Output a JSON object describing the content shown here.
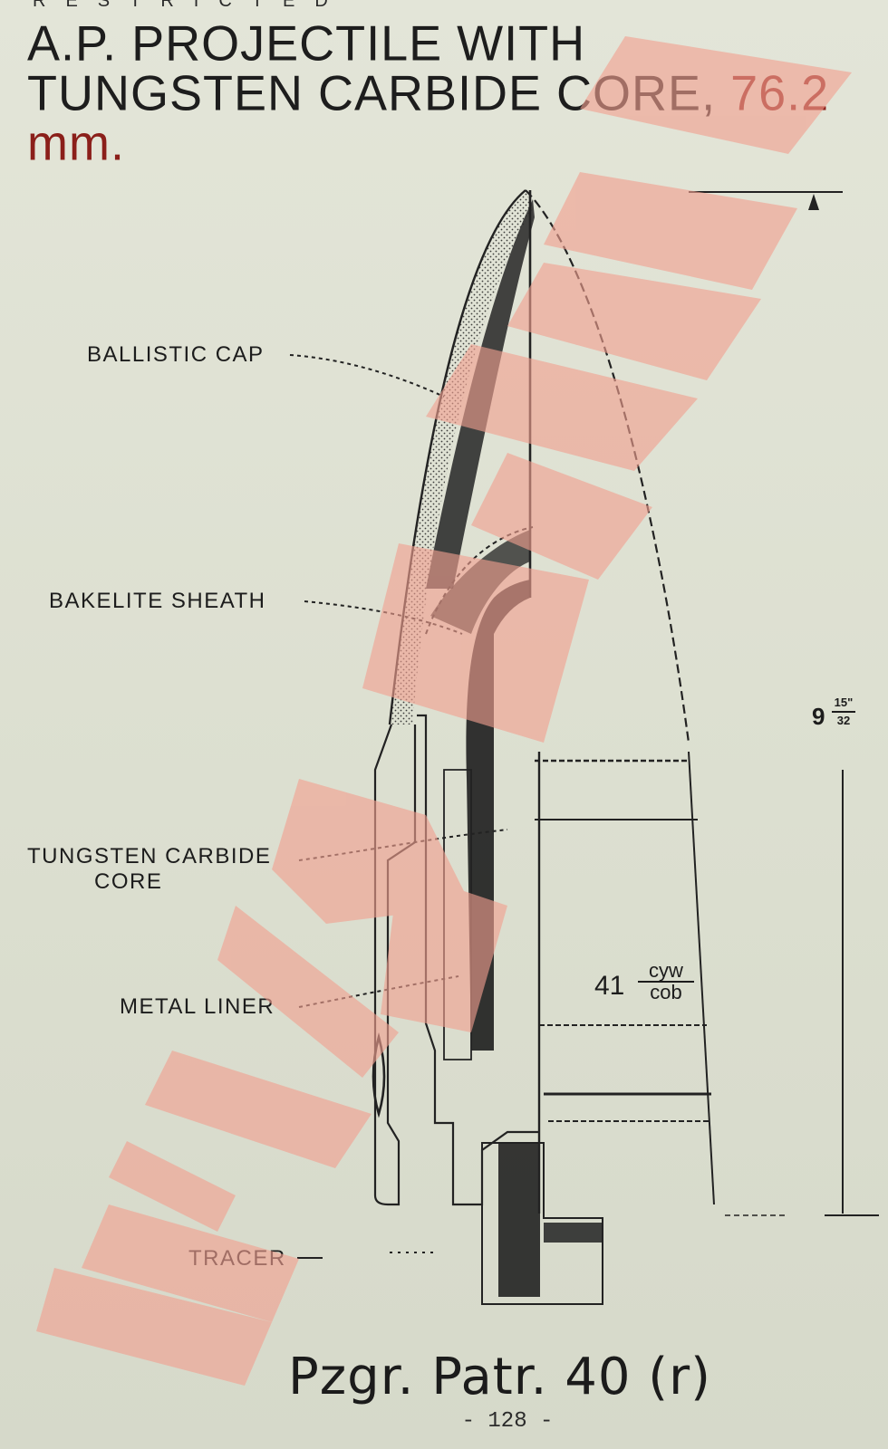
{
  "header": {
    "restricted": "RESTRICTED",
    "title_line1": "A.P. PROJECTILE WITH",
    "title_line2": "TUNGSTEN CARBIDE CORE,",
    "title_caliber": "76.2 mm."
  },
  "labels": {
    "ballistic_cap": "BALLISTIC CAP",
    "bakelite_sheath": "BAKELITE SHEATH",
    "tungsten_core_line1": "TUNGSTEN CARBIDE",
    "tungsten_core_line2": "CORE",
    "metal_liner": "METAL LINER",
    "tracer": "TRACER"
  },
  "dimension": {
    "whole": "9",
    "numerator": "15",
    "denominator": "32",
    "unit_mark": "\""
  },
  "marking": {
    "number": "41",
    "top": "cyw",
    "bottom": "cob"
  },
  "caption": "Pzgr. Patr. 40 (r)",
  "page_number": "- 128 -",
  "colors": {
    "paper": "#dfe2d4",
    "ink": "#1c1c1c",
    "title_red": "#8b1f1a",
    "watermark": "#f2a090"
  }
}
